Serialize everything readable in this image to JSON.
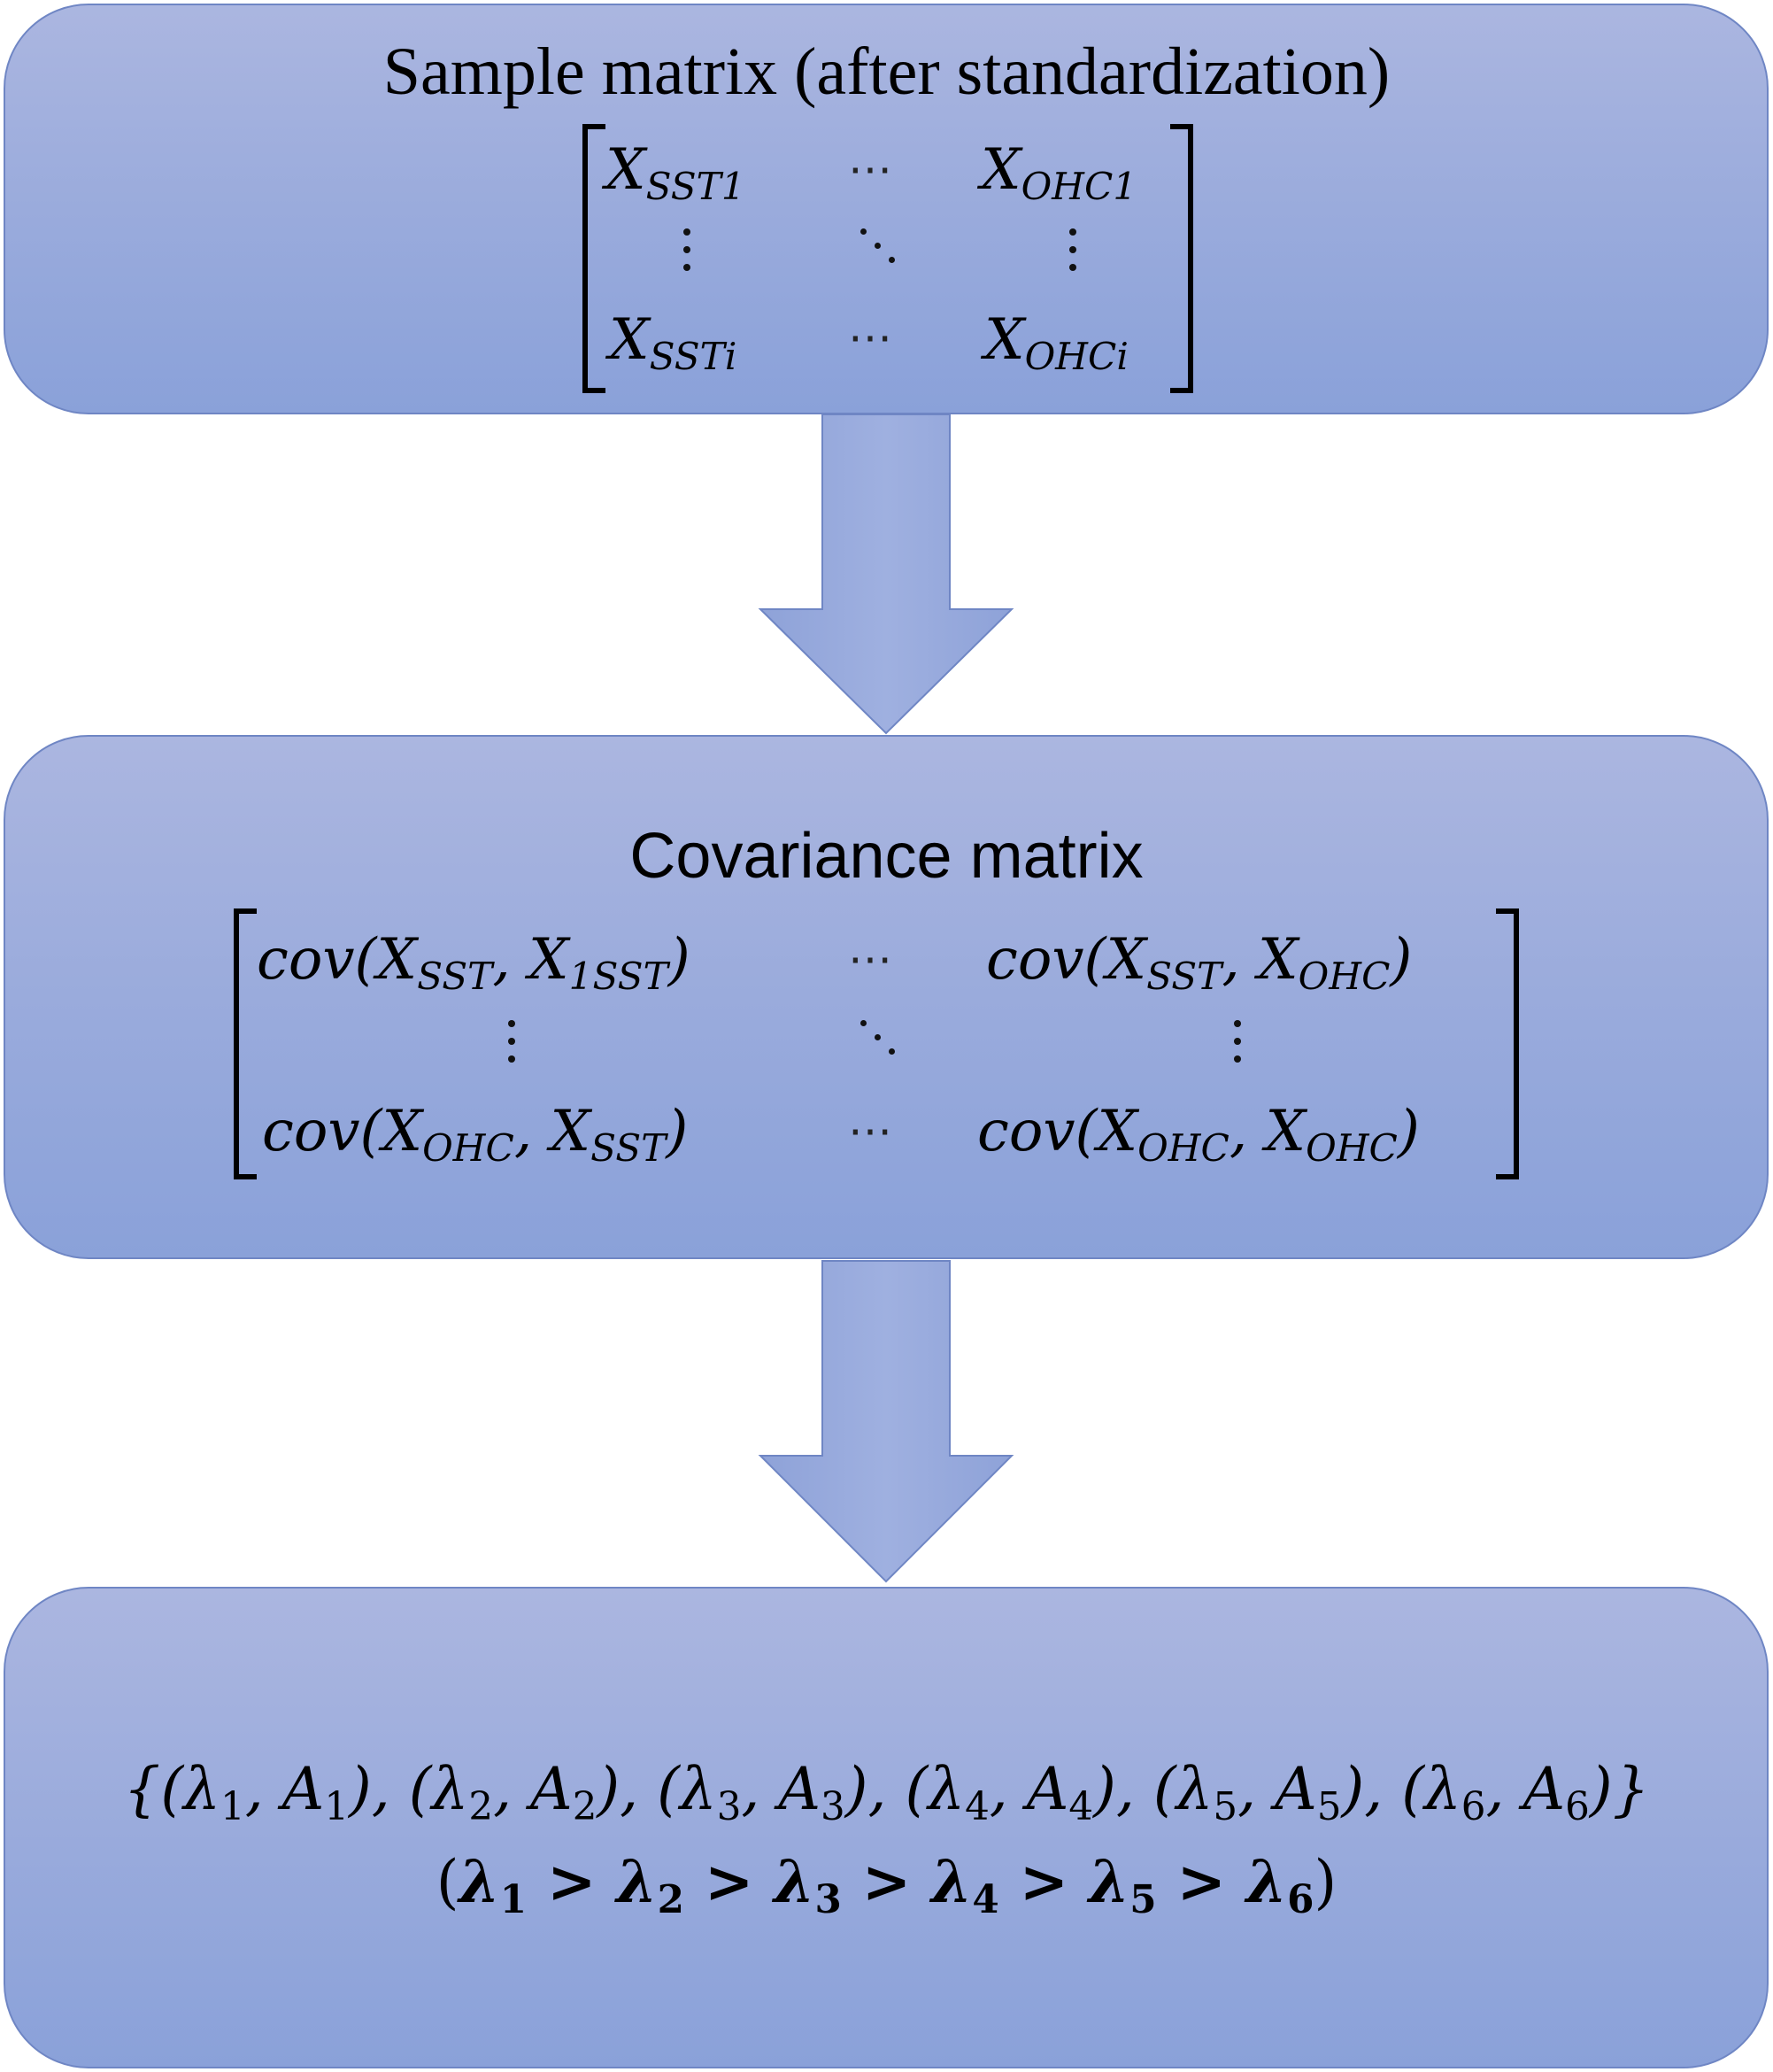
{
  "boxes": {
    "sample": {
      "title": "Sample matrix (after standardization)",
      "matrix": {
        "r1c1": {
          "base": "X",
          "sub": "SST1"
        },
        "r1c3": {
          "base": "X",
          "sub": "OHC1"
        },
        "r3c1": {
          "base": "X",
          "sub": "SSTi"
        },
        "r3c3": {
          "base": "X",
          "sub": "OHCi"
        },
        "hdots": "⋯"
      }
    },
    "covariance": {
      "title": "Covariance matrix",
      "matrix": {
        "r1c1": "cov(X_SST, X_1SST)",
        "r1c3": "cov(X_SST, X_OHC)",
        "r3c1": "cov(X_OHC, X_SST)",
        "r3c3": "cov(X_OHC, X_OHC)",
        "hdots": "⋯"
      }
    },
    "eigen": {
      "pairs": "{(λ1, A1), (λ2, A2), (λ3, A3), (λ4, A4), (λ5, A5), (λ6, A6)}",
      "ordering": "(λ1 > λ2 > λ3 > λ4 > λ5 > λ6)"
    }
  },
  "colors": {
    "box_top": "#abb6e0",
    "box_bottom": "#8aa1d9",
    "box_border": "#6f86c4",
    "text": "#000000"
  }
}
